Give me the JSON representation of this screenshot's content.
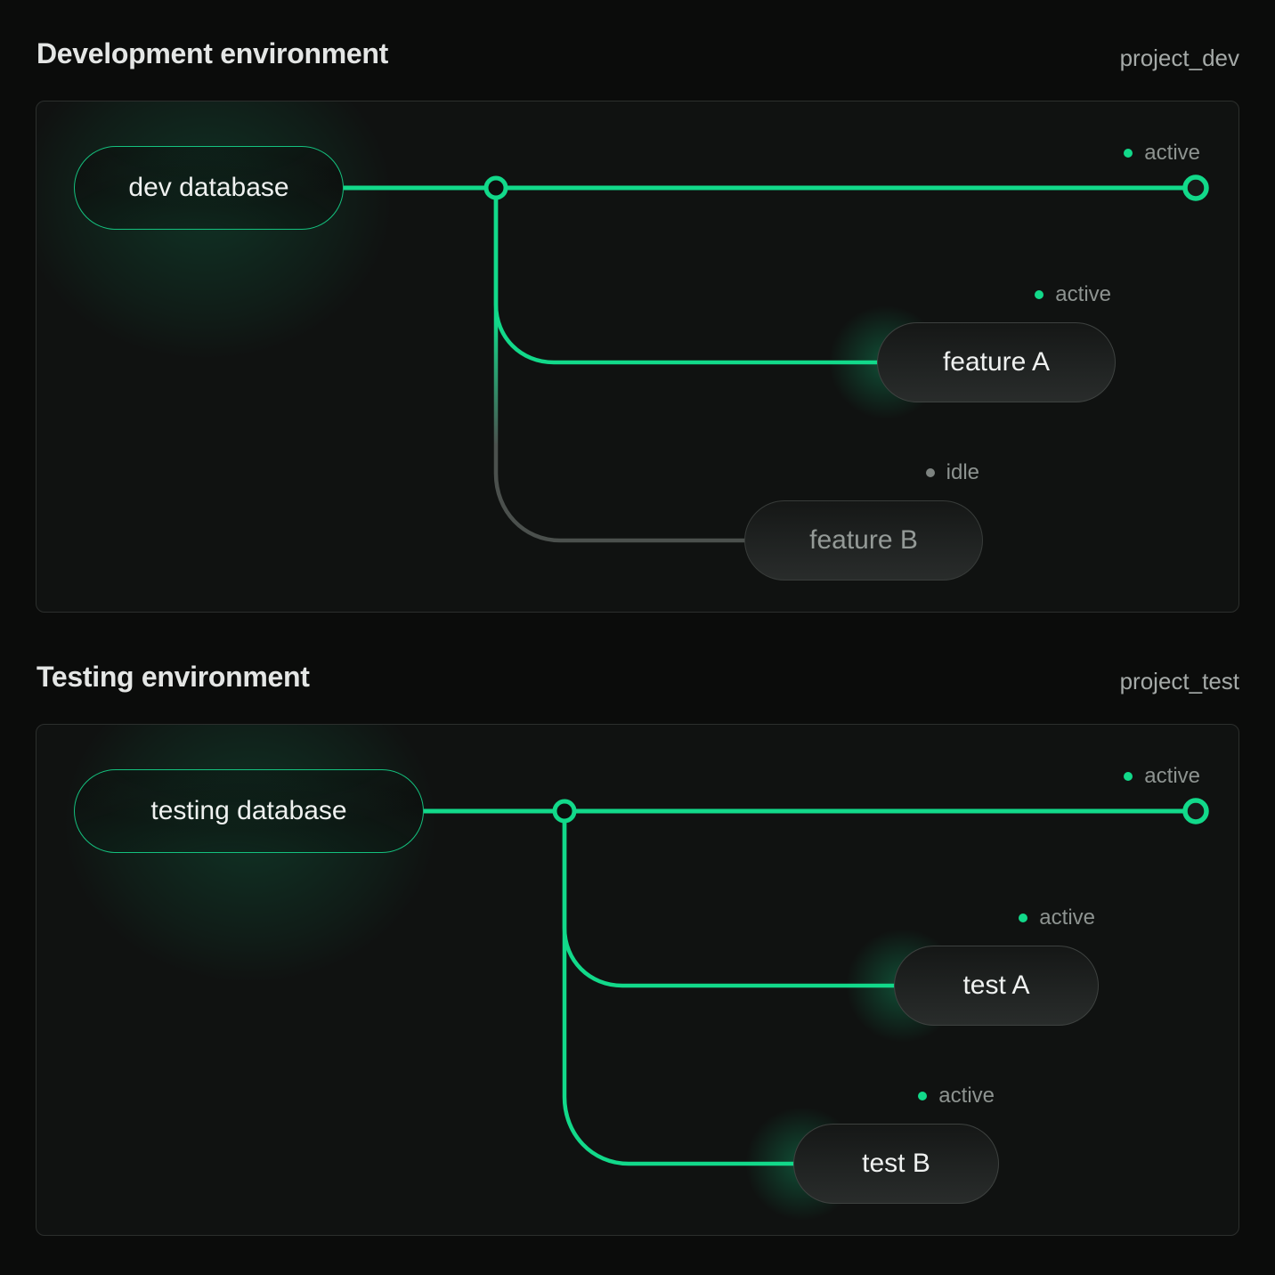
{
  "colors": {
    "accent_green": "#12d98a",
    "idle_gray_line": "#4b504d",
    "page_background": "#0b0c0b",
    "panel_background": "#101211",
    "panel_border": "#2c2f2d",
    "heading_text": "#e4e6e5",
    "project_text": "#a5aaa8",
    "status_text": "#8d9390",
    "pill_text": "#eff1f0",
    "idle_pill_text": "#949a97"
  },
  "sections": [
    {
      "title": "Development environment",
      "project": "project_dev",
      "database": {
        "label": "dev database",
        "status": "active"
      },
      "branches": [
        {
          "label": "feature A",
          "status": "active"
        },
        {
          "label": "feature B",
          "status": "idle"
        }
      ]
    },
    {
      "title": "Testing environment",
      "project": "project_test",
      "database": {
        "label": "testing database",
        "status": "active"
      },
      "branches": [
        {
          "label": "test A",
          "status": "active"
        },
        {
          "label": "test B",
          "status": "active"
        }
      ]
    }
  ]
}
